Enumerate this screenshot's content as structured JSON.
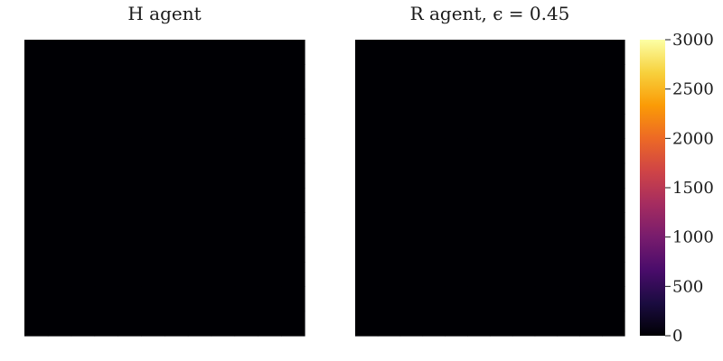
{
  "chart_data": [
    {
      "type": "heatmap",
      "title": "H agent",
      "xlabel": "",
      "ylabel": "",
      "grid": false,
      "values": [
        [
          0,
          0,
          0,
          0,
          0,
          0,
          0,
          0,
          0,
          0,
          0,
          0
        ],
        [
          0,
          0,
          0,
          0,
          0,
          0,
          0,
          0,
          0,
          0,
          0,
          0
        ],
        [
          0,
          0,
          0,
          0,
          0,
          0,
          0,
          0,
          0,
          0,
          0,
          0
        ],
        [
          0,
          0,
          0,
          0,
          0,
          0,
          0,
          0,
          0,
          0,
          0,
          0
        ],
        [
          0,
          0,
          0,
          0,
          0,
          0,
          0,
          0,
          0,
          0,
          0,
          0
        ],
        [
          0,
          0,
          0,
          0,
          0,
          0,
          0,
          0,
          0,
          0,
          0,
          0
        ],
        [
          0,
          0,
          0,
          0,
          0,
          0,
          0,
          0,
          0,
          0,
          0,
          0
        ],
        [
          0,
          0,
          0,
          0,
          0,
          0,
          0,
          0,
          0,
          0,
          0,
          0
        ],
        [
          0,
          0,
          0,
          0,
          0,
          0,
          0,
          0,
          0,
          0,
          0,
          0
        ],
        [
          0,
          0,
          0,
          0,
          0,
          0,
          0,
          0,
          0,
          0,
          0,
          0
        ],
        [
          0,
          0,
          0,
          0,
          0,
          0,
          0,
          0,
          0,
          0,
          0,
          0
        ],
        [
          0,
          0,
          0,
          0,
          0,
          0,
          0,
          0,
          0,
          0,
          0,
          0
        ]
      ]
    },
    {
      "type": "heatmap",
      "title": "R agent, ϵ = 0.45",
      "xlabel": "",
      "ylabel": "",
      "grid": false,
      "values": [
        [
          0,
          0,
          0,
          0,
          0,
          0,
          0,
          0,
          0,
          0,
          0,
          0
        ],
        [
          0,
          0,
          0,
          0,
          0,
          0,
          0,
          0,
          0,
          0,
          0,
          0
        ],
        [
          0,
          0,
          0,
          0,
          0,
          0,
          0,
          0,
          0,
          0,
          0,
          0
        ],
        [
          0,
          0,
          0,
          0,
          0,
          0,
          0,
          0,
          0,
          0,
          0,
          0
        ],
        [
          0,
          0,
          0,
          0,
          0,
          0,
          0,
          0,
          0,
          0,
          0,
          0
        ],
        [
          0,
          0,
          0,
          0,
          0,
          0,
          0,
          0,
          0,
          0,
          0,
          0
        ],
        [
          0,
          0,
          0,
          0,
          0,
          0,
          0,
          0,
          0,
          0,
          0,
          0
        ],
        [
          0,
          0,
          0,
          0,
          0,
          0,
          0,
          0,
          0,
          0,
          0,
          0
        ],
        [
          0,
          0,
          0,
          0,
          0,
          0,
          0,
          0,
          0,
          0,
          0,
          0
        ],
        [
          0,
          0,
          0,
          0,
          0,
          0,
          0,
          0,
          0,
          0,
          0,
          0
        ],
        [
          0,
          0,
          0,
          0,
          0,
          0,
          0,
          0,
          0,
          0,
          0,
          0
        ],
        [
          0,
          0,
          0,
          0,
          0,
          0,
          0,
          0,
          0,
          0,
          0,
          0
        ]
      ]
    }
  ],
  "colorbar": {
    "colormap": "inferno",
    "range": [
      0,
      3000
    ],
    "ticks": [
      0,
      500,
      1000,
      1500,
      2000,
      2500,
      3000
    ],
    "tick_labels": [
      "0",
      "500",
      "1000",
      "1500",
      "2000",
      "2500",
      "3000"
    ],
    "stops": [
      "#000004",
      "#1b0c41",
      "#4a0c6b",
      "#781c6d",
      "#a52c60",
      "#cf4446",
      "#ed6925",
      "#fb9b06",
      "#f7d13d",
      "#fcffa4"
    ]
  }
}
